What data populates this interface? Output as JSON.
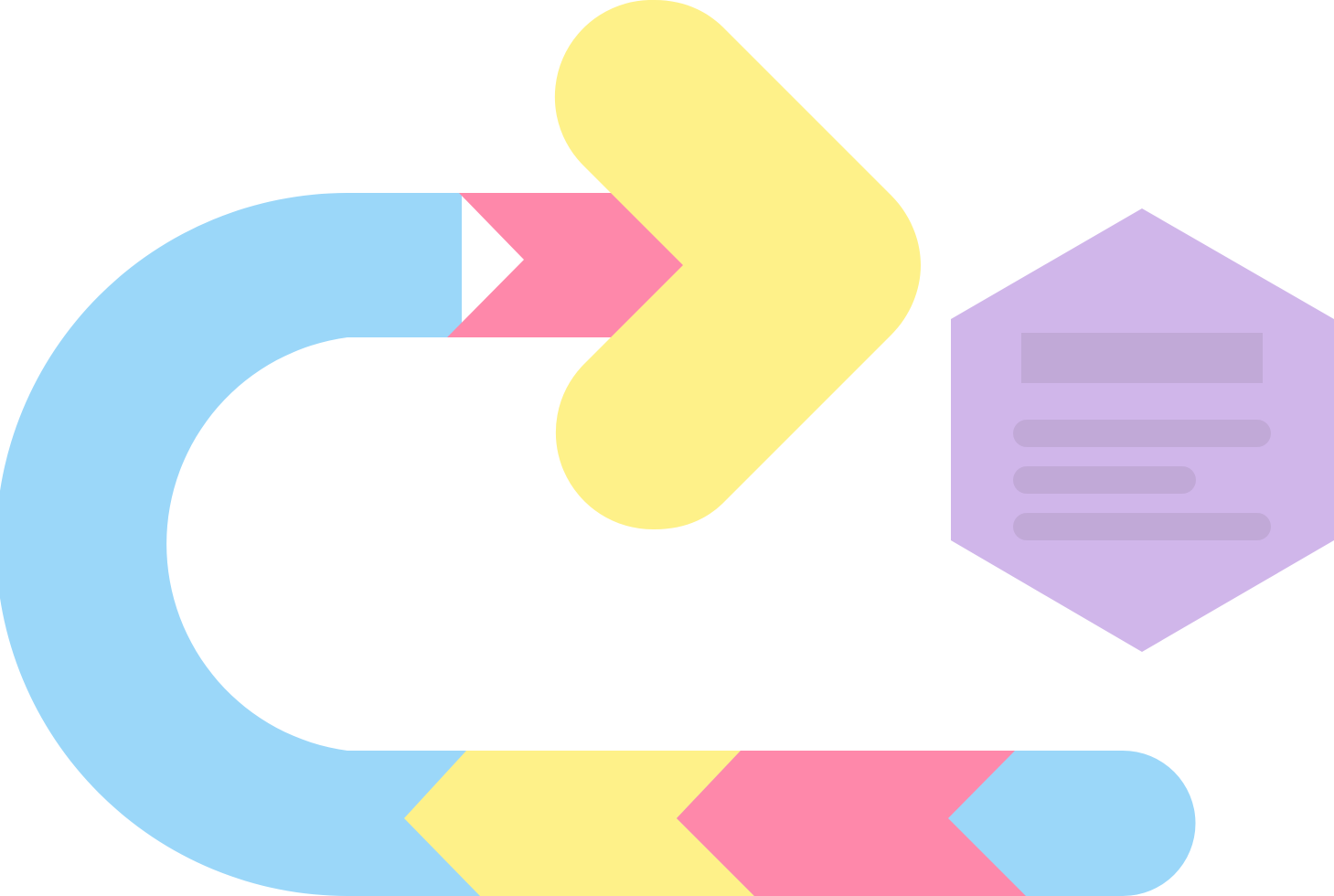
{
  "illustration": {
    "icon": "u-turn-arrow-process-icon",
    "colors": {
      "background": "#ffffff",
      "blue": "#9bd7f9",
      "pink": "#fe88aa",
      "yellow": "#fef189",
      "purple": "#d0b6ea",
      "purple_dark": "#c1a9d7"
    },
    "parts": [
      "u-shaped-track",
      "chevron-segments",
      "arrow-head",
      "hexagon-note-card"
    ]
  }
}
